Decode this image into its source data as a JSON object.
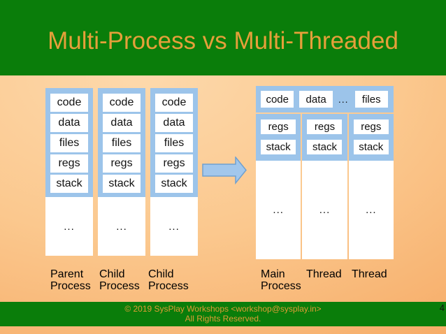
{
  "slide": {
    "title": "Multi-Process vs Multi-Threaded",
    "page_number": "4",
    "footer": {
      "line1": "© 2019 SysPlay Workshops <workshop@sysplay.in>",
      "line2": "All Rights Reserved."
    }
  },
  "colors": {
    "header_green": "#0a7d0a",
    "title_orange": "#e5a03a",
    "box_blue": "#9cc4ea",
    "background_orange_light": "#fdd9ac",
    "background_orange_dark": "#f5a55e",
    "arrow_fill": "#a2c7ec",
    "arrow_border": "#6fa0d0"
  },
  "process_diagram": {
    "segments": [
      "code",
      "data",
      "files",
      "regs",
      "stack"
    ],
    "more": "...",
    "columns": [
      {
        "label_line1": "Parent",
        "label_line2": "Process"
      },
      {
        "label_line1": "Child",
        "label_line2": "Process"
      },
      {
        "label_line1": "Child",
        "label_line2": "Process"
      }
    ]
  },
  "thread_diagram": {
    "shared_segments": [
      "code",
      "data",
      "files"
    ],
    "shared_more": "...",
    "per_thread_segments": [
      "regs",
      "stack"
    ],
    "more": "...",
    "columns": [
      {
        "label_line1": "Main",
        "label_line2": "Process"
      },
      {
        "label_line1": "Thread",
        "label_line2": ""
      },
      {
        "label_line1": "Thread",
        "label_line2": ""
      }
    ]
  }
}
